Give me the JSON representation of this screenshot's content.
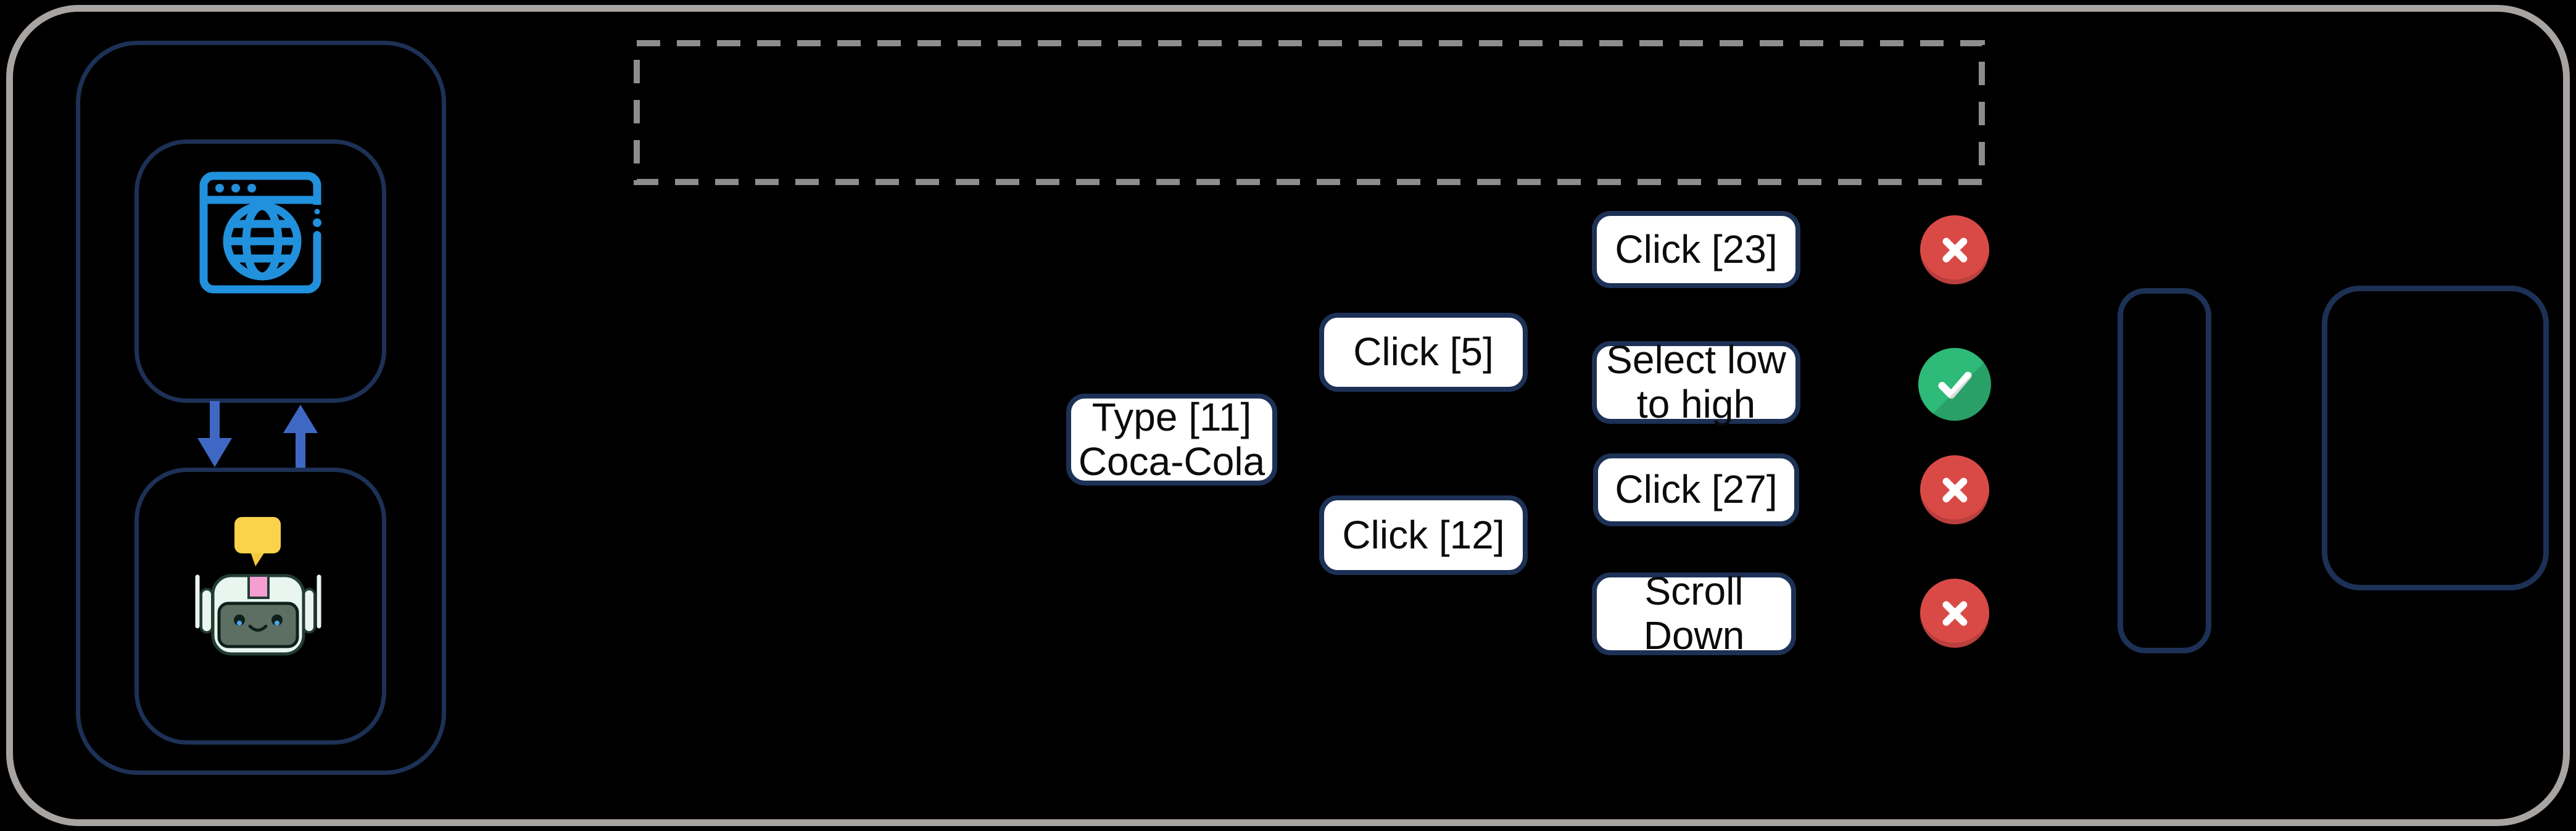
{
  "actions": {
    "type11": {
      "line1": "Type [11]",
      "line2": "Coca-Cola"
    },
    "click5": {
      "line1": "Click [5]"
    },
    "click12": {
      "line1": "Click [12]"
    },
    "click23": {
      "line1": "Click [23]"
    },
    "select_low_high": {
      "line1": "Select low",
      "line2": "to high"
    },
    "click27": {
      "line1": "Click [27]"
    },
    "scroll_down": {
      "line1": "Scroll",
      "line2": "Down"
    }
  },
  "statuses": {
    "click23": "error",
    "select_low_high": "success",
    "click27": "error",
    "scroll_down": "error"
  },
  "icons": [
    "globe-browser-icon",
    "robot-icon",
    "speech-bubble-icon",
    "down-arrow-icon",
    "up-arrow-icon",
    "error-icon",
    "success-icon"
  ],
  "colors": {
    "frame": "#a8a4a2",
    "navy": "#1d3156",
    "icon-blue": "#2191dd",
    "arrow-blue": "#3e68c3",
    "success": "#2eba78",
    "error": "#d94a47",
    "bubble-yellow": "#fbd24b",
    "bubble-tail": "#f5c93f",
    "forehead-pink": "#f49ed2",
    "robot-mint": "#e9f6ef",
    "robot-outline": "#223c34",
    "robot-face": "#5d6f62",
    "face-dark": "#0e201b",
    "pupil-blue": "#4aa7ee",
    "dash-gray": "#8d8d8d",
    "box-bg": "#ffffff",
    "text": "#0b0b0b"
  }
}
